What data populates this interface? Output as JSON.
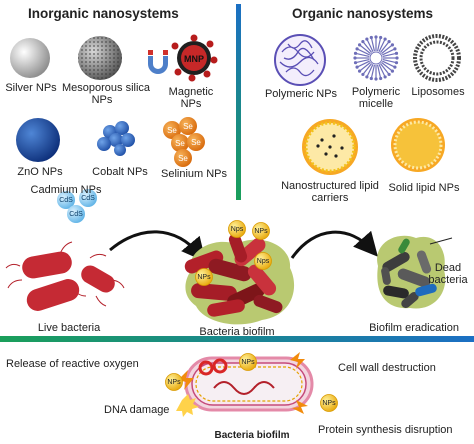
{
  "headers": {
    "inorganic": "Inorganic nanosystems",
    "organic": "Organic nanosystems"
  },
  "inorganic_items": {
    "silver": "Silver NPs",
    "mesoporous_line1": "Mesoporous silica",
    "mesoporous_line2": "NPs",
    "magnetic_line1": "Magnetic",
    "magnetic_line2": "NPs",
    "zno": "ZnO NPs",
    "cobalt": "Cobalt NPs",
    "selenium": "Selinium NPs",
    "cadmium": "Cadmium NPs"
  },
  "organic_items": {
    "polymeric": "Polymeric NPs",
    "micelle_line1": "Polymeric",
    "micelle_line2": "micelle",
    "liposomes": "Liposomes",
    "nlc_line1": "Nanostructured lipid",
    "nlc_line2": "carriers",
    "sln": "Solid lipid NPs"
  },
  "particle_tags": {
    "mnp": "MNP",
    "se": "Se",
    "cds": "CdS",
    "nps": "NPs",
    "nps_alt": "Nps"
  },
  "stages": {
    "live": "Live bacteria",
    "biofilm": "Bacteria biofilm",
    "eradication": "Biofilm eradication",
    "dead_line1": "Dead",
    "dead_line2": "bacteria"
  },
  "mechanisms": {
    "ros": "Release of reactive oxygen",
    "wall": "Cell wall destruction",
    "dna": "DNA damage",
    "protein": "Protein synthesis disruption",
    "caption": "Bacteria biofilm"
  },
  "colors": {
    "divider_start": "#1a9f5a",
    "divider_end": "#1b6fc4",
    "gold": "#f2c21b",
    "bacteria_red": "#b3202a"
  }
}
